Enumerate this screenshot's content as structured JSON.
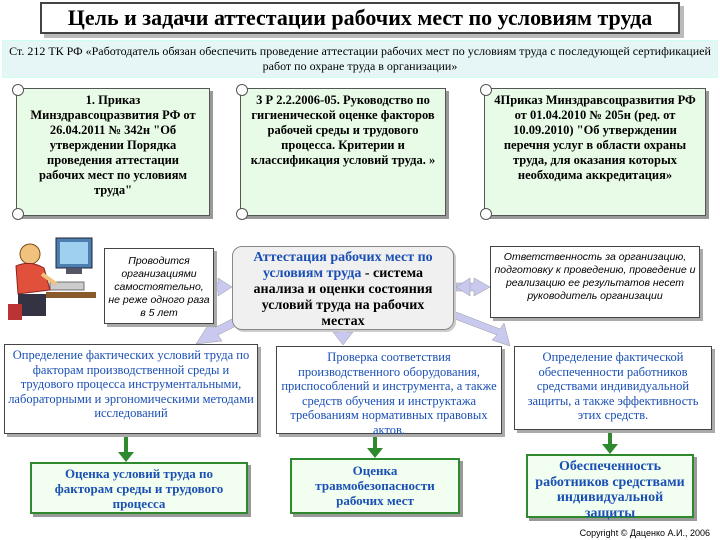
{
  "title": "Цель и задачи аттестации рабочих мест по условиям труда",
  "intro": "Ст. 212 ТК РФ «Работодатель обязан обеспечить проведение аттестации рабочих мест по условиям труда с последующей сертификацией работ по охране труда в организации»",
  "docs": [
    "1. Приказ Минздравсоцразвития РФ от 26.04.2011 № 342н \"Об утверждении Порядка проведения аттестации рабочих мест по условиям труда\"",
    "3 Р 2.2.2006-05. Руководство по гигиенической оценке факторов рабочей среды и трудового процесса. Критерии и классификация условий труда. »",
    "4Приказ Минздравсоцразвития РФ от 01.04.2010 № 205н (ред. от 10.09.2010) \"Об утверждении перечня услуг в области охраны труда, для оказания которых необходима аккредитация»"
  ],
  "left_note": "Проводится организациями самостоятельно, не реже одного раза в 5 лет",
  "center": {
    "highlight": "Аттестация рабочих мест по условиям труда",
    "rest": " - система анализа и оценки состояния условий труда на рабочих местах"
  },
  "right_note": "Ответственность за организацию, подготовку к проведению, проведение и реализацию ее результатов несет руководитель организации",
  "tasks": [
    "Определение фактических условий труда по факторам производственной среды и трудового процесса инструментальными, лабораторными и эргономическими методами исследований",
    "Проверка соответствия производственного оборудования, приспособлений и инструмента, а также средств обучения и инструктажа требованиям нормативных правовых актов.",
    "Определение фактической обеспеченности работников средствами индивидуальной защиты, а также эффективность этих средств."
  ],
  "results": [
    "Оценка условий труда по факторам среды и трудового процесса",
    "Оценка травмобезопасности рабочих мест",
    "Обеспеченность работников средствами индивидуальной защиты"
  ],
  "copyright": "Copyright © Даценко А.И., 2006",
  "colors": {
    "arrow": "#c9c9f0",
    "green_arrow": "#2f8a2f",
    "accent": "#1a4fb5"
  }
}
